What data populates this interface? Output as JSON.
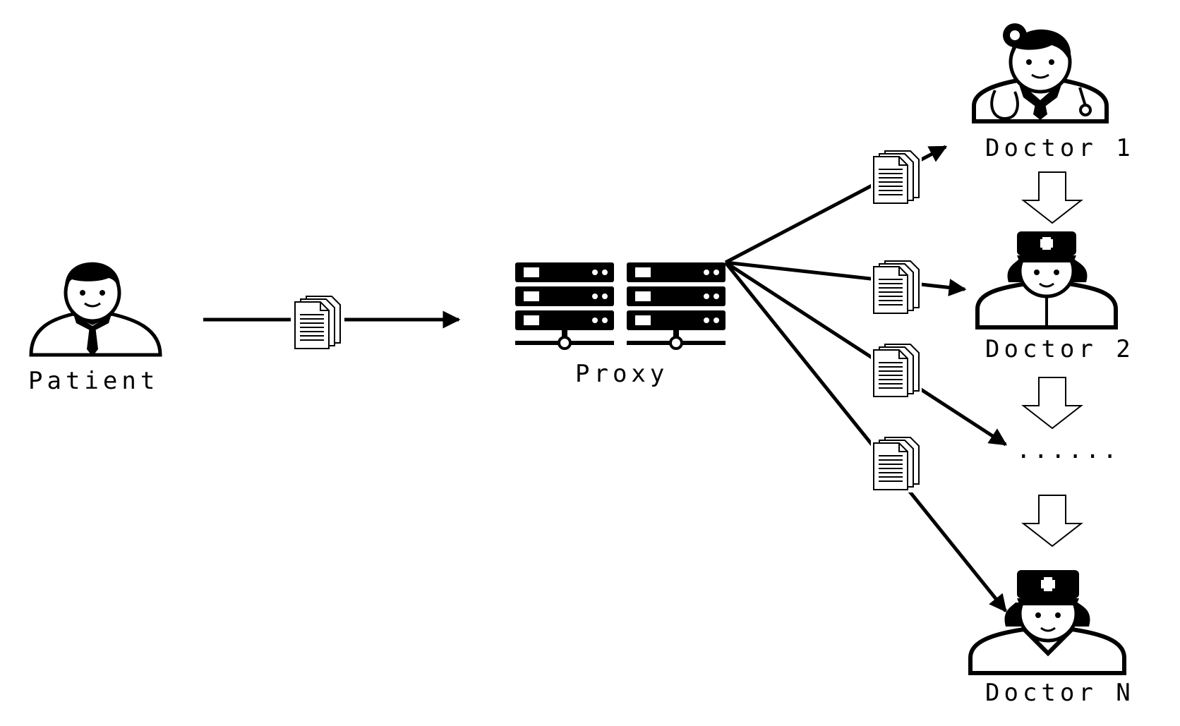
{
  "nodes": {
    "patient": "Patient",
    "proxy": "Proxy",
    "doctor1": "Doctor 1",
    "doctor2": "Doctor 2",
    "ellipsis": "......",
    "doctorN": "Doctor N"
  },
  "icons": [
    "patient-icon",
    "server-icon",
    "doctor-icon",
    "nurse-icon",
    "document-icon"
  ],
  "colors": {
    "stroke": "#000000",
    "background": "#ffffff"
  }
}
